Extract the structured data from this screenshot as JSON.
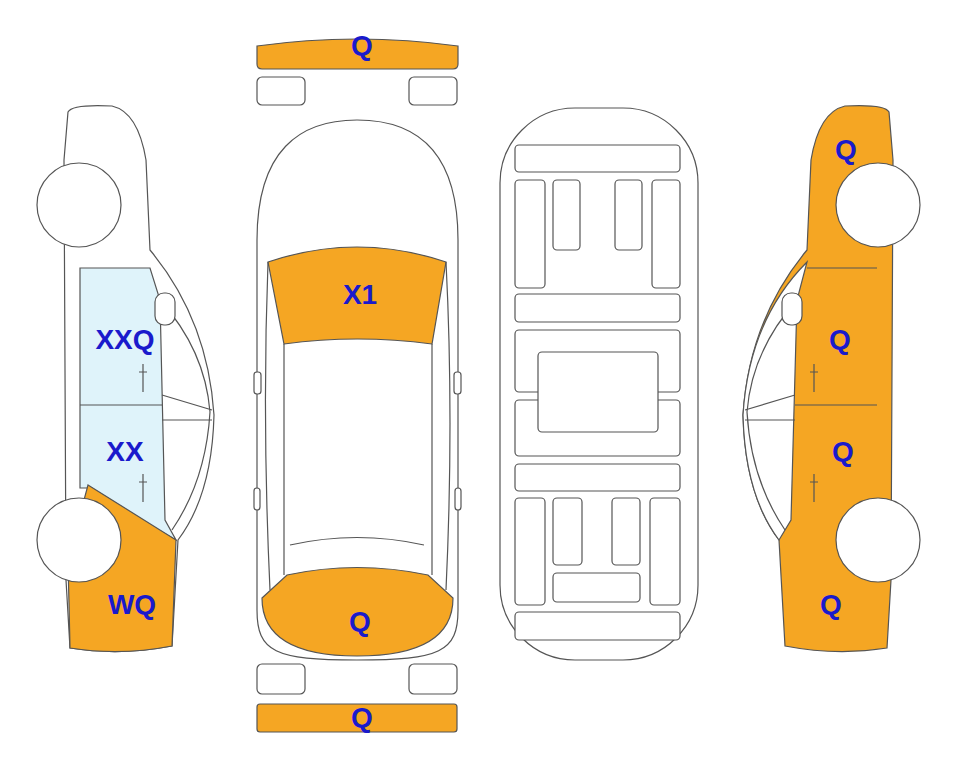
{
  "diagram": {
    "labels": [
      "Q",
      "Q",
      "X1",
      "XXQ",
      "Q",
      "XX",
      "Q",
      "Q",
      "WQ",
      "Q",
      "Q"
    ]
  }
}
